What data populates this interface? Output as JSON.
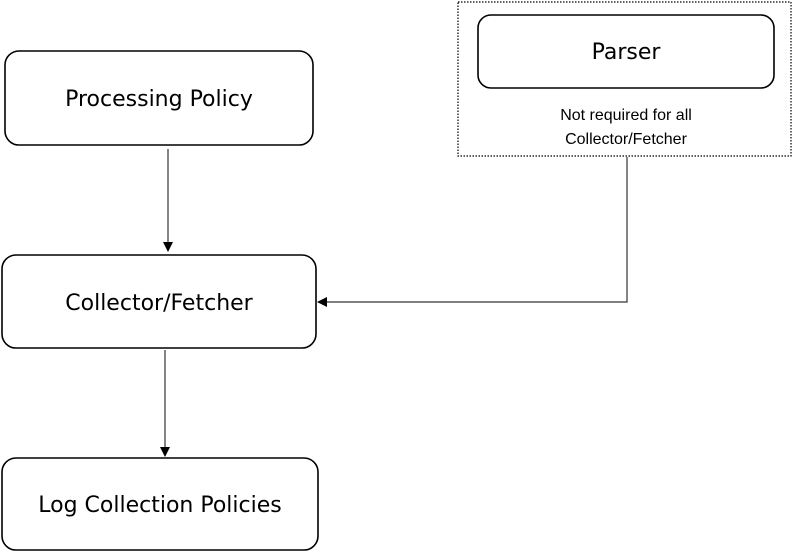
{
  "nodes": {
    "processing_policy": {
      "label": "Processing Policy"
    },
    "collector_fetcher": {
      "label": "Collector/Fetcher"
    },
    "log_collection_policies": {
      "label": "Log Collection Policies"
    },
    "parser": {
      "label": "Parser",
      "note_line1": "Not required for all",
      "note_line2": "Collector/Fetcher",
      "optional": true
    }
  },
  "edges": [
    {
      "from": "processing_policy",
      "to": "collector_fetcher"
    },
    {
      "from": "collector_fetcher",
      "to": "log_collection_policies"
    },
    {
      "from": "parser",
      "to": "collector_fetcher"
    }
  ]
}
